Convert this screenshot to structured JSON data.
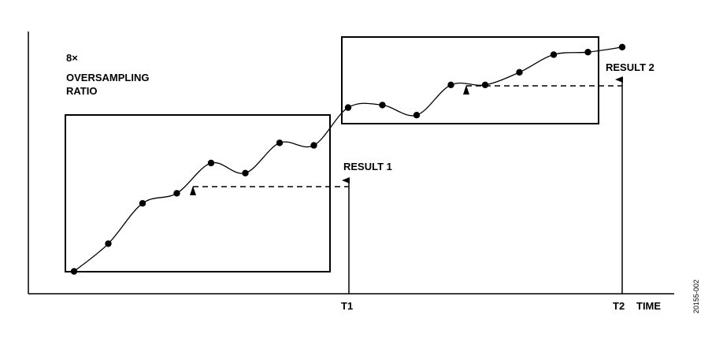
{
  "labels": {
    "oversampling_line1": "8×",
    "oversampling_line2": "OVERSAMPLING",
    "oversampling_line3": "RATIO",
    "result1": "RESULT 1",
    "result2": "RESULT 2",
    "t1": "T1",
    "t2": "T2",
    "time": "TIME",
    "figure_id": "20155-002"
  },
  "samples": [
    {
      "t": 1,
      "v": 0.12
    },
    {
      "t": 2,
      "v": 0.23
    },
    {
      "t": 3,
      "v": 0.39
    },
    {
      "t": 4,
      "v": 0.43
    },
    {
      "t": 5,
      "v": 0.55
    },
    {
      "t": 6,
      "v": 0.51
    },
    {
      "t": 7,
      "v": 0.63
    },
    {
      "t": 8,
      "v": 0.62
    },
    {
      "t": 9,
      "v": 0.77
    },
    {
      "t": 10,
      "v": 0.78
    },
    {
      "t": 11,
      "v": 0.74
    },
    {
      "t": 12,
      "v": 0.86
    },
    {
      "t": 13,
      "v": 0.86
    },
    {
      "t": 14,
      "v": 0.91
    },
    {
      "t": 15,
      "v": 0.98
    },
    {
      "t": 16,
      "v": 0.99
    },
    {
      "t": 17,
      "v": 1.01
    }
  ],
  "windows": [
    {
      "name": "window-1",
      "first_sample": 1,
      "last_sample": 8,
      "result_label": "result1",
      "time_label": "t1"
    },
    {
      "name": "window-2",
      "first_sample": 9,
      "last_sample": 16,
      "result_label": "result2",
      "time_label": "t2"
    }
  ]
}
